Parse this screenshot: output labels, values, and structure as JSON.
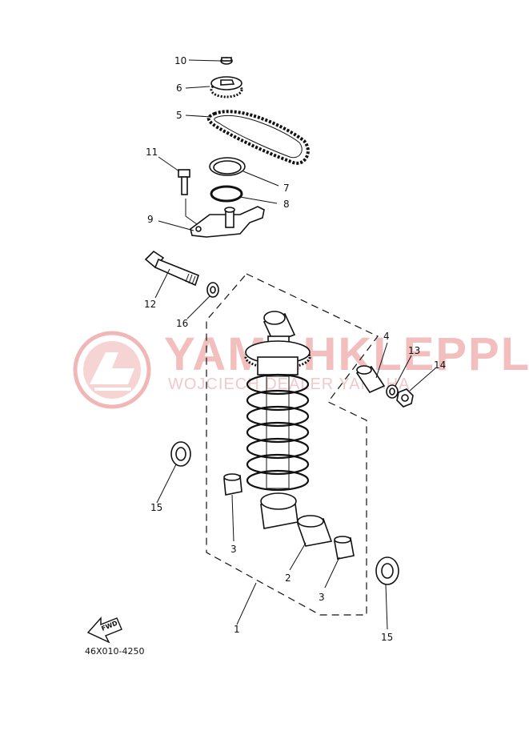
{
  "diagram": {
    "callouts": {
      "p1": "1",
      "p2": "2",
      "p3a": "3",
      "p3b": "3",
      "p4": "4",
      "p5": "5",
      "p6": "6",
      "p7": "7",
      "p8": "8",
      "p9": "9",
      "p10": "10",
      "p11": "11",
      "p12": "12",
      "p13": "13",
      "p14": "14",
      "p15a": "15",
      "p15b": "15",
      "p16": "16"
    },
    "fwd_label": "FWD",
    "diagram_code": "46X010-4250"
  },
  "watermark": {
    "brand": "YAMAHKLEPPL",
    "subtitle": "WOJCIECH         DEALER YAMAHA",
    "color": "#e08080"
  }
}
